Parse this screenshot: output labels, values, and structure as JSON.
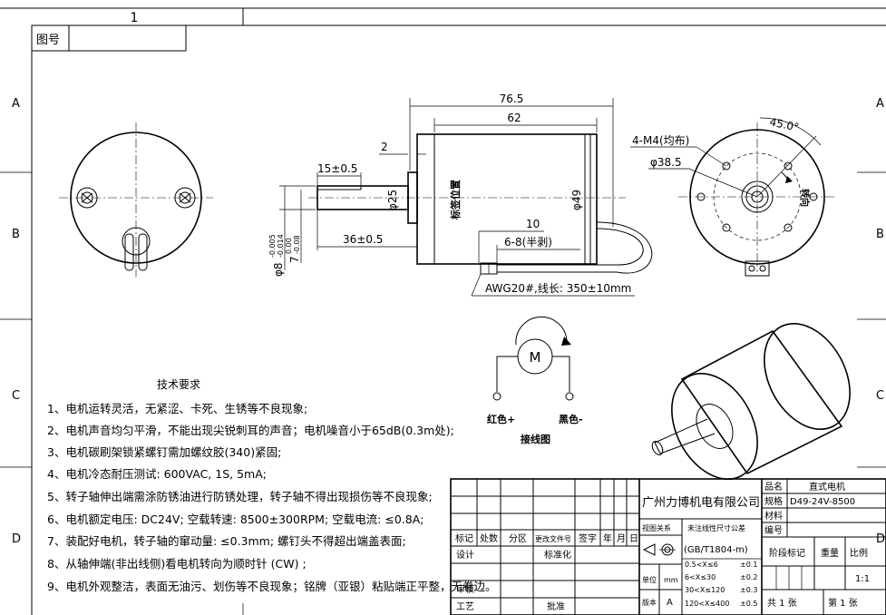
{
  "frame": {
    "column_number": "1",
    "row_letters_left": [
      "A",
      "B",
      "C",
      "D"
    ],
    "row_letters_right": [
      "A",
      "B",
      "C",
      "D"
    ],
    "drawing_no_label": "图号"
  },
  "side_view": {
    "dim_overall_length": "76.5",
    "dim_body_length": "62",
    "dim_flange": "2",
    "dim_shaft_flat": "15±0.5",
    "dim_shaft_length": "36±0.5",
    "dim_boss_dia": "φ25",
    "dim_body_dia": "φ49",
    "dim_shaft_dia_base": "φ8",
    "dim_shaft_dia_tol_upper": "-0.005",
    "dim_shaft_dia_tol_lower": "-0.014",
    "dim_flat_base": "7",
    "dim_flat_tol_upper": "0.00",
    "dim_flat_tol_lower": "-0.08",
    "label_position": "标签位置",
    "dim_wire_10": "10",
    "dim_wire_strip": "6-8(半剥)",
    "wire_spec": "AWG20#,线长: 350±10mm"
  },
  "end_view": {
    "screw_holes": "4-M4(均布)",
    "pcd": "φ38.5",
    "angle": "45.0°",
    "rotation": "转向"
  },
  "wiring": {
    "motor_symbol": "M",
    "red_label": "红色+",
    "black_label": "黑色-",
    "title": "接线图"
  },
  "requirements": {
    "title": "技术要求",
    "items": [
      "1、电机运转灵活，无紧涩、卡死、生锈等不良现象;",
      "2、电机声音均匀平滑，不能出现尖锐刺耳的声音；电机噪音小于65dB(0.3m处);",
      "3、电机碳刷架锁紧螺钉需加螺纹胶(340)紧固;",
      "4、电机冷态耐压测试: 600VAC, 1S, 5mA;",
      "5、转子轴伸出端需涂防锈油进行防锈处理，转子轴不得出现损伤等不良现象;",
      "6、电机额定电压: DC24V; 空载转速: 8500±300RPM; 空载电流: ≤0.8A;",
      "7、装配好电机，转子轴的窜动量: ≤0.3mm; 螺钉头不得超出端盖表面;",
      "8、从轴伸端(非出线侧)看电机转向为顺时针 (CW) ;",
      "9、电机外观整洁，表面无油污、划伤等不良现象；铭牌（亚银）粘贴端正平整，无卷边。"
    ]
  },
  "title_block": {
    "company": "广州力博机电有限公司",
    "name_label": "品名",
    "name_value": "直式电机",
    "spec_label": "规格",
    "spec_value": "D49-24V-8500",
    "material_label": "材料",
    "code_label": "编号",
    "rev_headers": [
      "标记",
      "处数",
      "分区",
      "更改文件号",
      "签字",
      "年",
      "月",
      "日"
    ],
    "design": "设计",
    "standard": "标准化",
    "check": "审核",
    "process": "工艺",
    "approve": "批准",
    "view_relation": "视图关系",
    "tolerance_title": "未注线性尺寸公差",
    "tolerance_std": "(GB/T1804-m)",
    "tolerances": [
      {
        "range": "0.5<X≤6",
        "val": "±0.1"
      },
      {
        "range": "6<X≤30",
        "val": "±0.2"
      },
      {
        "range": "30<X≤120",
        "val": "±0.3"
      },
      {
        "range": "120<X≤400",
        "val": "±0.5"
      }
    ],
    "stage_mark": "阶段标记",
    "weight": "重量",
    "scale_label": "比例",
    "scale_value": "1:1",
    "unit_label": "单位",
    "unit_value": "mm",
    "version_label": "版本",
    "version_value": "A",
    "sheets_total": "共 1 张",
    "sheet_no": "第 1 张"
  }
}
